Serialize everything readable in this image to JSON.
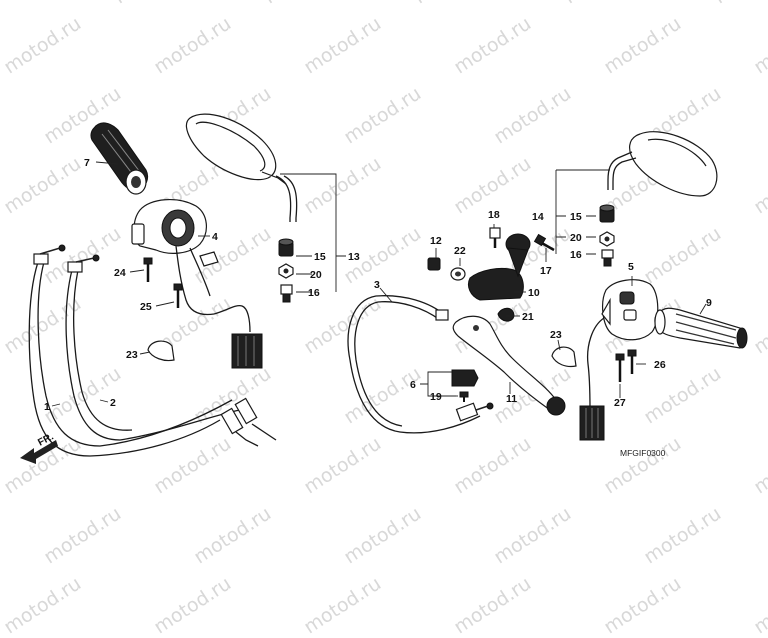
{
  "watermark": "motod.ru",
  "diagram_code": "MFGIF0300",
  "direction_label": "FR.",
  "callouts": {
    "c1": "1",
    "c2": "2",
    "c3": "3",
    "c4": "4",
    "c5": "5",
    "c6": "6",
    "c7": "7",
    "c9": "9",
    "c10": "10",
    "c11": "11",
    "c12": "12",
    "c13": "13",
    "c14": "14",
    "c15a": "15",
    "c15b": "15",
    "c16a": "16",
    "c16b": "16",
    "c17": "17",
    "c18": "18",
    "c19": "19",
    "c20a": "20",
    "c20b": "20",
    "c21": "21",
    "c22": "22",
    "c23a": "23",
    "c23b": "23",
    "c24": "24",
    "c25": "25",
    "c26": "26",
    "c27": "27"
  }
}
